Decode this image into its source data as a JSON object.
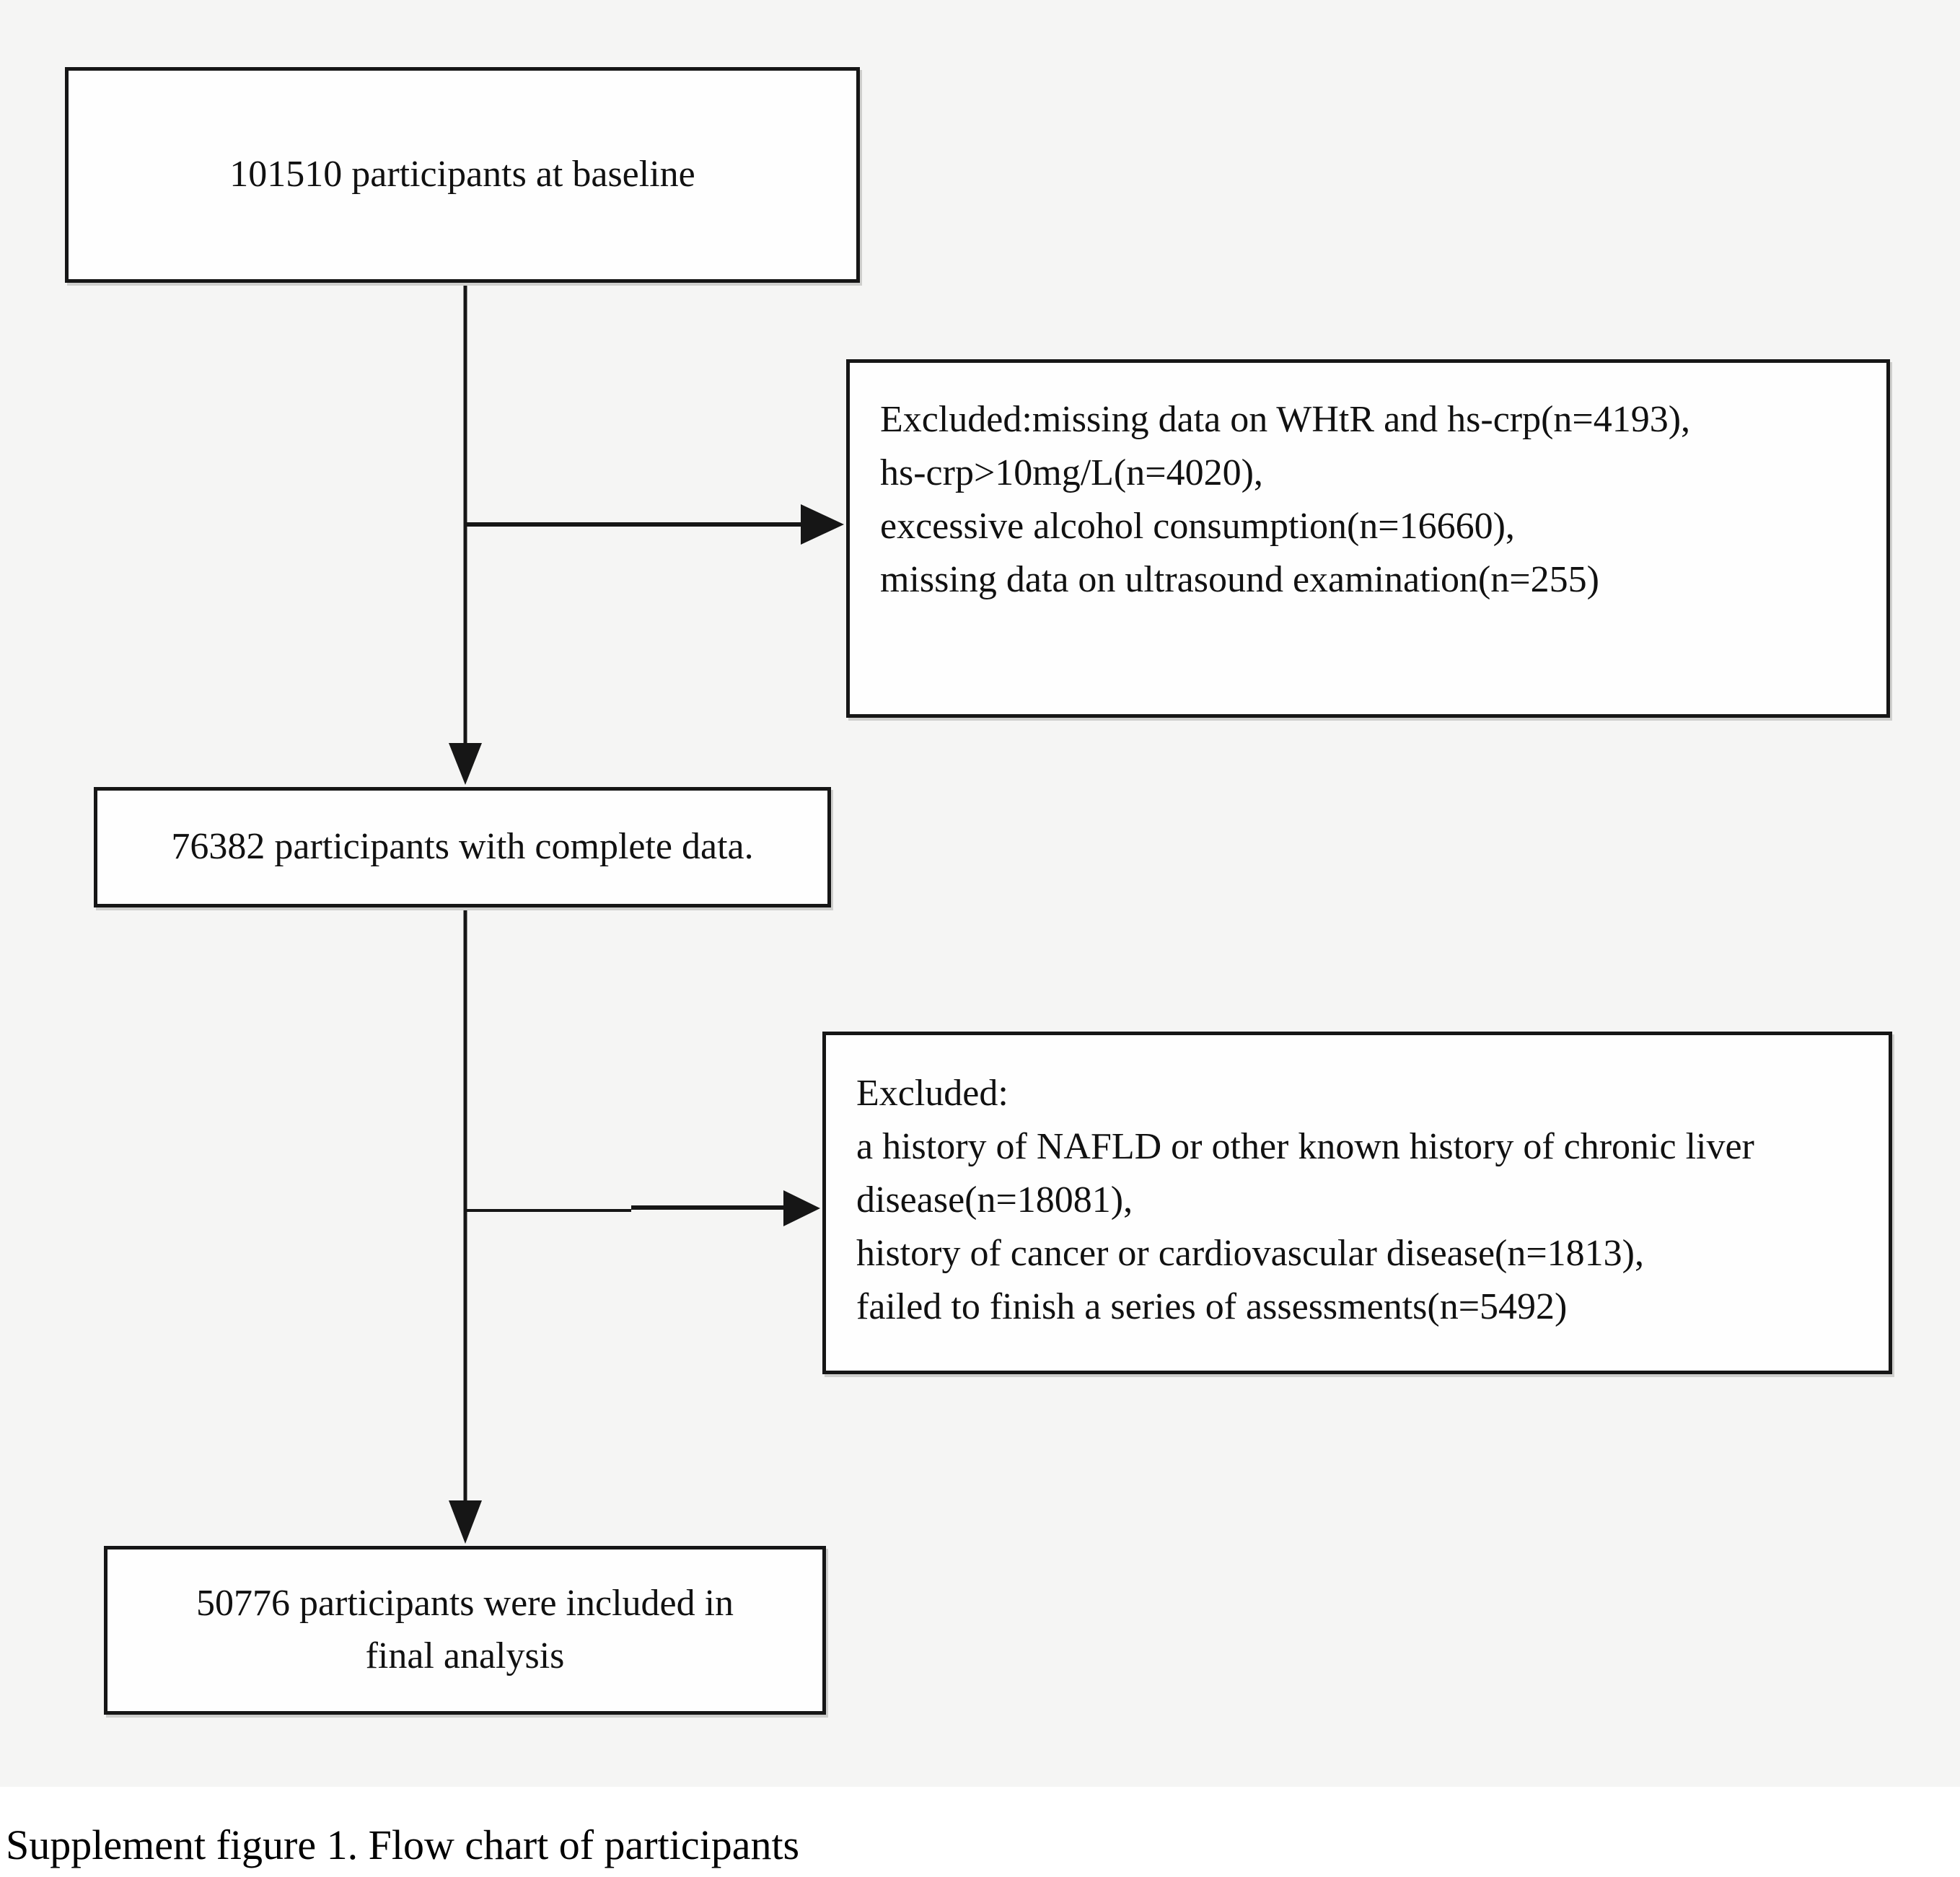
{
  "figure": {
    "colors": {
      "canvas_background": "#f5f5f4",
      "box_background": "#fefefe",
      "line_color": "#161616",
      "text_color": "#111111"
    },
    "boxes": {
      "baseline": {
        "text": "101510 participants at baseline"
      },
      "excluded_first": {
        "lines": [
          "Excluded:missing data on WHtR and hs-crp(n=4193),",
          "hs-crp>10mg/L(n=4020),",
          "excessive alcohol consumption(n=16660),",
          "missing data on ultrasound examination(n=255)"
        ]
      },
      "complete_data": {
        "text": "76382 participants with complete data."
      },
      "excluded_second": {
        "lines": [
          "Excluded:",
          "a history of NAFLD or other known history of chronic liver",
          "disease(n=18081),",
          "history of cancer or cardiovascular disease(n=1813),",
          "failed to finish a series of assessments(n=5492)"
        ]
      },
      "final_analysis": {
        "lines": [
          "50776 participants were included in",
          "final analysis"
        ]
      }
    },
    "caption": "Supplement figure 1. Flow chart of participants"
  }
}
